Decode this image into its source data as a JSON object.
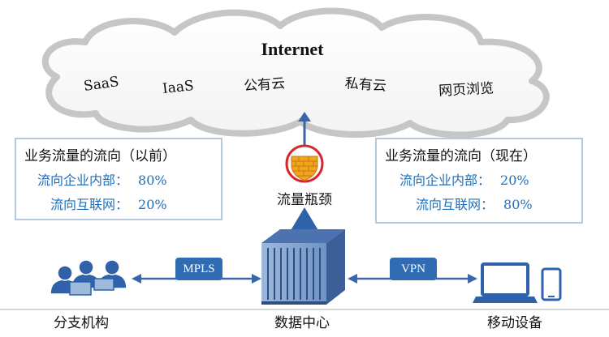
{
  "cloud": {
    "title": "Internet",
    "services": [
      "SaaS",
      "IaaS",
      "公有云",
      "私有云",
      "网页浏览"
    ]
  },
  "traffic_before": {
    "title": "业务流量的流向（以前）",
    "rows": [
      {
        "label": "流向企业内部：",
        "value": "80%"
      },
      {
        "label": "流向互联网：",
        "value": "20%"
      }
    ]
  },
  "traffic_now": {
    "title": "业务流量的流向（现在）",
    "rows": [
      {
        "label": "流向企业内部：",
        "value": "20%"
      },
      {
        "label": "流向互联网：",
        "value": "80%"
      }
    ]
  },
  "bottleneck": {
    "label": "流量瓶颈"
  },
  "links": {
    "left": "MPLS",
    "right": "VPN"
  },
  "nodes": {
    "branch": "分支机构",
    "datacenter": "数据中心",
    "mobile": "移动设备"
  },
  "colors": {
    "accent": "#2f6cb4",
    "text_blue": "#1f6fb8",
    "firewall": "#f2a51a",
    "ring": "#d9262b"
  }
}
